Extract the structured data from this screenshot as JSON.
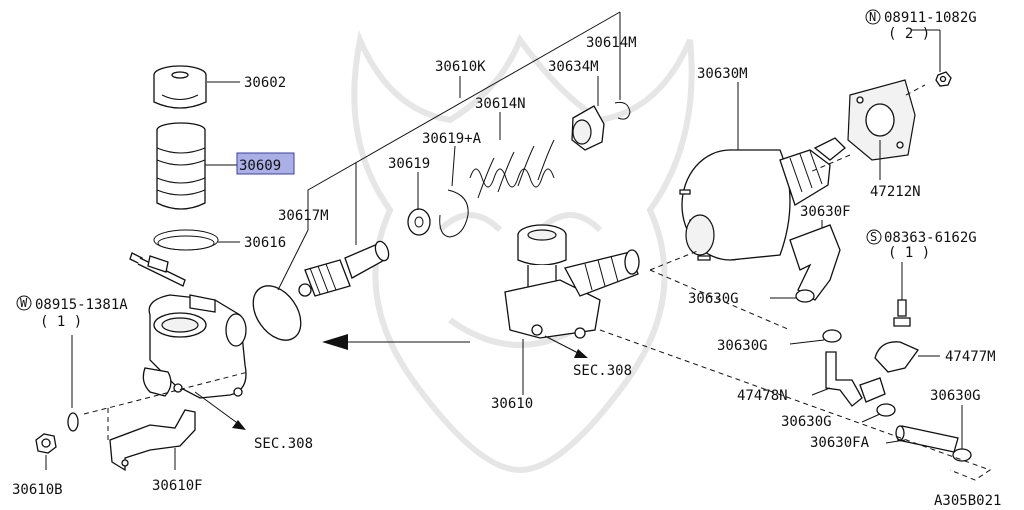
{
  "diagram": {
    "ref_code": "A305B021",
    "highlighted_part": "30609",
    "labels": {
      "p30602": "30602",
      "p30609": "30609",
      "p30616": "30616",
      "w_bolt": "08915-1381A",
      "w_qty": "( 1 )",
      "w_prefix": "W",
      "p30610B": "30610B",
      "p30610F": "30610F",
      "p30617M": "30617M",
      "p30610K": "30610K",
      "p30614M": "30614M",
      "p30634M": "30634M",
      "p30614N": "30614N",
      "p30619A": "30619+A",
      "p30619": "30619",
      "p30610": "30610",
      "sec_left": "SEC.308",
      "sec_mid": "SEC.308",
      "p30630M": "30630M",
      "n_nut": "08911-1082G",
      "n_qty": "( 2 )",
      "n_prefix": "N",
      "p47212N": "47212N",
      "p30630F": "30630F",
      "s_screw": "08363-6162G",
      "s_qty": "( 1 )",
      "s_prefix": "S",
      "p30630G_1": "30630G",
      "p30630G_2": "30630G",
      "p47477M": "47477M",
      "p47478N": "47478N",
      "p30630G_3": "30630G",
      "p30630G_4": "30630G",
      "p30630FA": "30630FA"
    }
  }
}
